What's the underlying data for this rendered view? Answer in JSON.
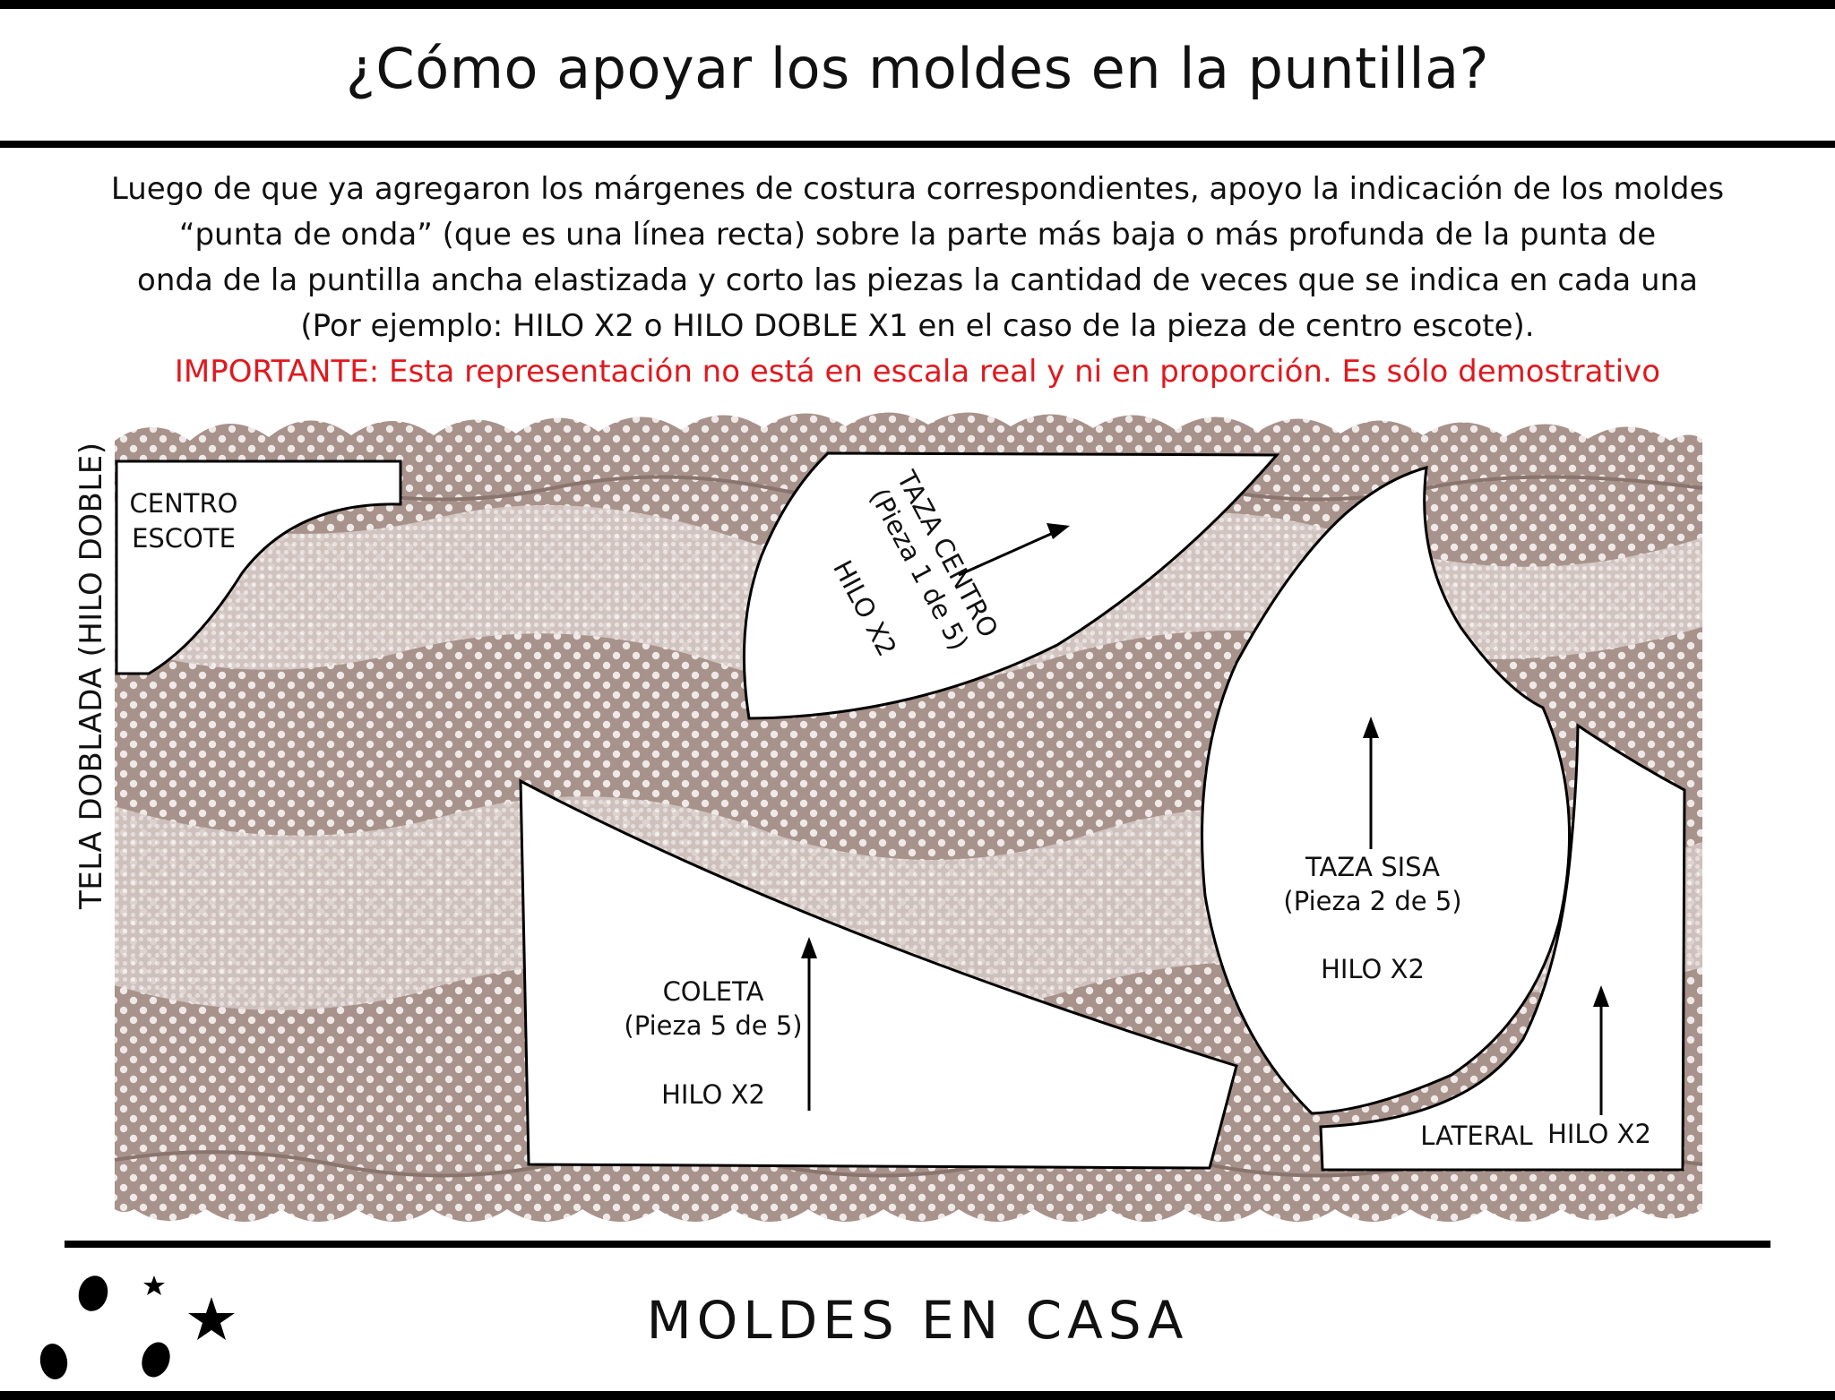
{
  "header": {
    "title": "¿Cómo apoyar los moldes en la puntilla?"
  },
  "intro": {
    "lines": [
      "Luego de que ya agregaron los márgenes de costura correspondientes, apoyo la indicación de los moldes",
      "“punta de onda” (que es una línea recta) sobre la parte más baja o más profunda de la punta de",
      "onda de la puntilla ancha elastizada y corto las piezas la cantidad de veces que se indica en cada una",
      "(Por ejemplo: HILO X2 o HILO DOBLE X1 en el caso de la pieza de centro escote)."
    ],
    "warning": "IMPORTANTE: Esta representación no está en escala real y ni en proporción. Es sólo demostrativo"
  },
  "diagram": {
    "fold_label": "TELA DOBLADA (HILO DOBLE)",
    "lace_color": "#a8928c",
    "pieces": {
      "centro_escote": {
        "line1": "CENTRO",
        "line2": "ESCOTE"
      },
      "taza_centro": {
        "name": "TAZA CENTRO",
        "piece": "(Pieza 1 de 5)",
        "grain": "HILO X2"
      },
      "taza_sisa": {
        "name": "TAZA SISA",
        "piece": "(Pieza 2 de 5)",
        "grain": "HILO X2"
      },
      "coleta": {
        "name": "COLETA",
        "piece": "(Pieza 5 de 5)",
        "grain": "HILO X2"
      },
      "lateral": {
        "name": "LATERAL",
        "grain": "HILO X2"
      }
    }
  },
  "footer": {
    "brand": "MOLDES EN CASA"
  }
}
